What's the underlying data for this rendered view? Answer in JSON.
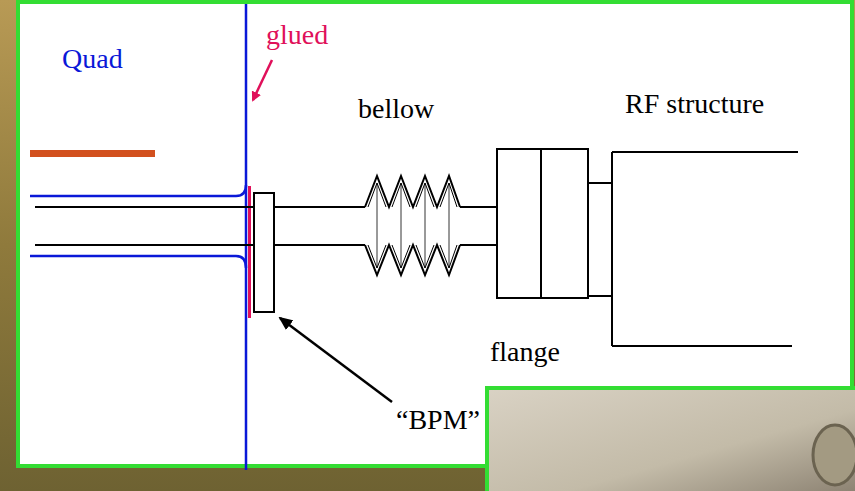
{
  "diagram": {
    "labels": [
      "Quad",
      "glued",
      "bellow",
      "RF structure",
      "flange",
      "“BPM”"
    ]
  }
}
